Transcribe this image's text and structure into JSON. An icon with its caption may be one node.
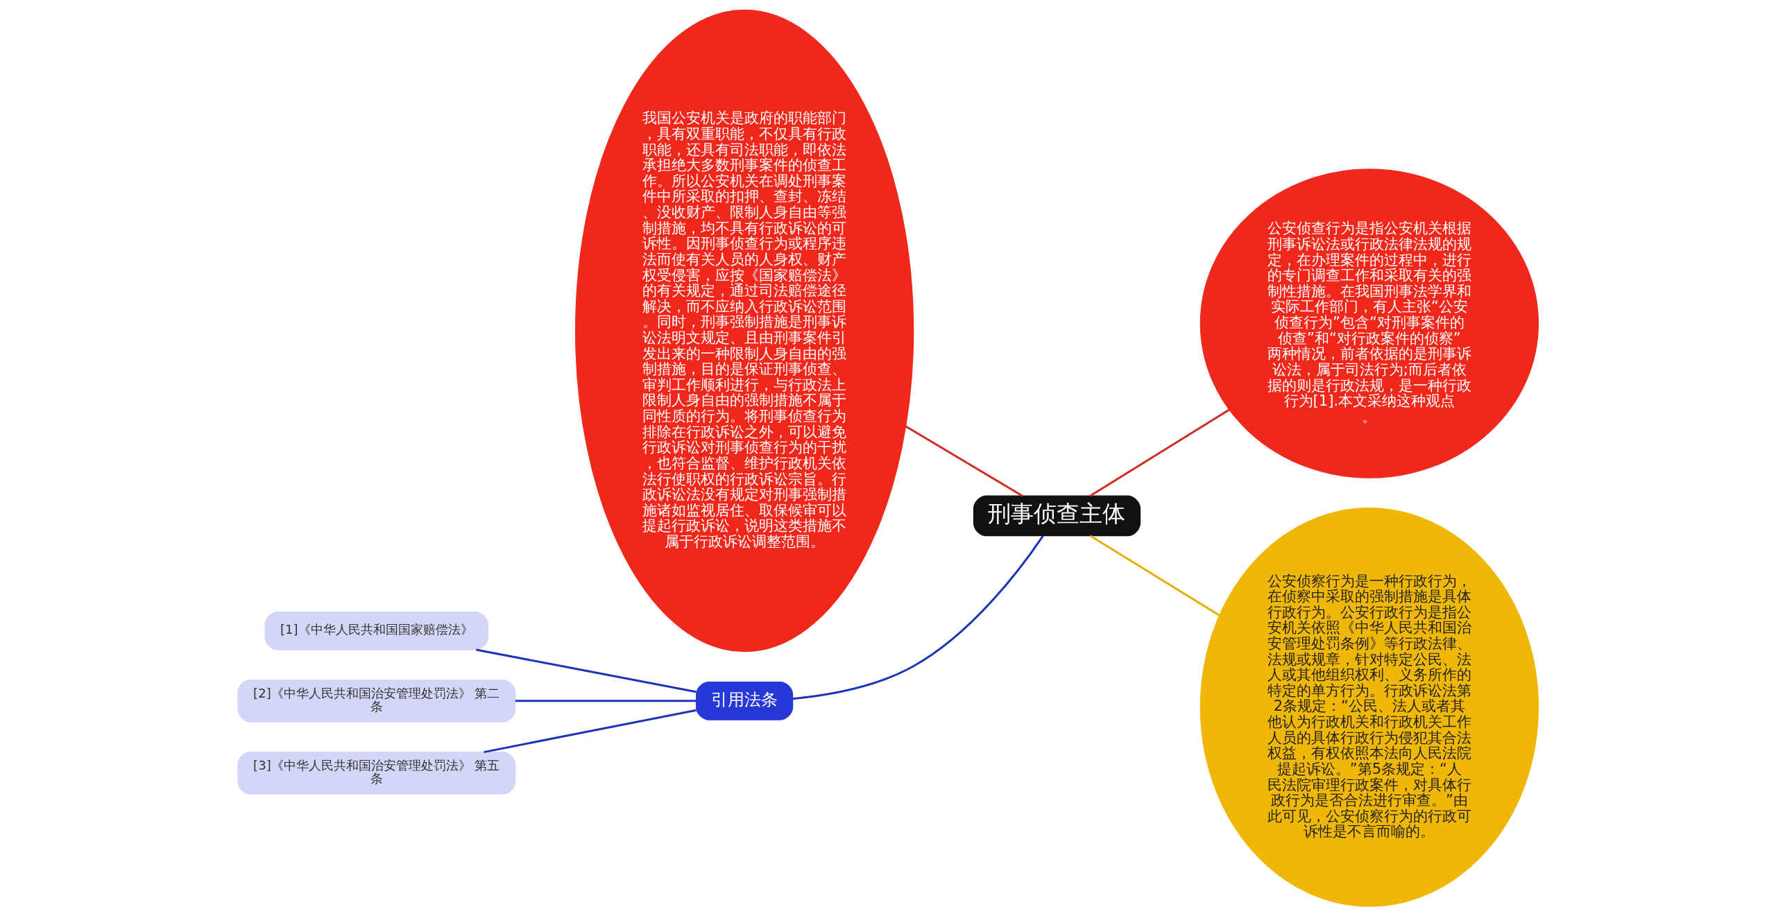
{
  "diagram": {
    "nodes": [
      {
        "text": [
          "刑事侦查主体"
        ]
      },
      {
        "text": [
          "我国公安机关是政府的职能部门，具有双重职能，不仅具有行政职能，还具有司法职能，即依法承担绝大多数刑事案件的侦查工作。所以公安机关在调处刑事案件中所采取的扣押、查封、冻结、没收财产、限制人身自由等强制措施，均不具有行政诉讼的可诉性。因刑事侦查行为或程序违法而使有关人员的人身权、财产权受侵害，应按《国家赔偿法》的有关规定，通过司法赔偿途径解决，而不应纳入行政诉讼范围。同时，刑事强制措施是刑事诉讼法明文规定、且由刑事案件引发出来的一种限制人身自由的强制措施，目的是保证刑事侦查、审判工作顺利进行，与行政法上限制人身自由的强制措施不属于同性质的行为。将刑事侦查行为排除在行政诉讼之外，可以避免行政诉讼对刑事侦查行为的干扰，也符合监督、维护行政机关依法行使职权的行政诉讼宗旨。行政诉讼法没有规定对刑事强制措施诸如监视居住、取保候审可以提起行政诉讼，说明这类措施不属于行政诉讼调整范围。"
        ]
      },
      {
        "text": [
          "公安侦查行为是指公安机关根据刑事诉讼法或行政法律法规的规定，在办理案件的过程中，进行的专门调查工作和采取有关的强制性措施。在我国刑事法学界和实际工作部门，有人主张“公安侦查行为”包含“对刑事案件的侦查”和“对行政案件的侦察”两种情况，前者依据的是刑事诉讼法，属于司法行为;而后者依据的则是行政法规，是一种行政行为[1].本文采纳这种观点。"
        ]
      },
      {
        "text": [
          "公安侦察行为是一种行政行为，在侦察中采取的强制措施是具体行政行为。公安行政行为是指公安机关依照《中华人民共和国治安管理处罚条例》等行政法律、法规或规章，针对特定公民、法人或其他组织权利、义务所作的特定的单方行为。行政诉讼法第2条规定：“公民、法人或者其他认为行政机关和行政机关工作人员的具体行政行为侵犯其合法权益，有权依照本法向人民法院提起诉讼。”第5条规定：“人民法院审理行政案件，对具体行政行为是否合法进行审查。”由此可见，公安侦察行为的行政可诉性是不言而喻的。"
        ]
      },
      {
        "text": [
          "引用法条"
        ]
      },
      {
        "text": [
          "[1]《中华人民共和国国家赔偿法》"
        ]
      },
      {
        "text": [
          "[2]《中华人民共和国治安管理处罚法》 第二条"
        ]
      },
      {
        "text": [
          "[3]《中华人民共和国治安管理处罚法》 第五条"
        ]
      }
    ],
    "edges": [
      {
        "from": 0,
        "to": 1,
        "arrow": "none",
        "color": "#d42a1f"
      },
      {
        "from": 0,
        "to": 2,
        "arrow": "none",
        "color": "#d42a1f"
      },
      {
        "from": 0,
        "to": 3,
        "arrow": "none",
        "color": "#e3b10a"
      },
      {
        "from": 0,
        "to": 4,
        "arrow": "none"
      },
      {
        "from": 4,
        "to": 5,
        "arrow": "none"
      },
      {
        "from": 4,
        "to": 6,
        "arrow": "none"
      },
      {
        "from": 4,
        "to": 7,
        "arrow": "none"
      }
    ]
  }
}
